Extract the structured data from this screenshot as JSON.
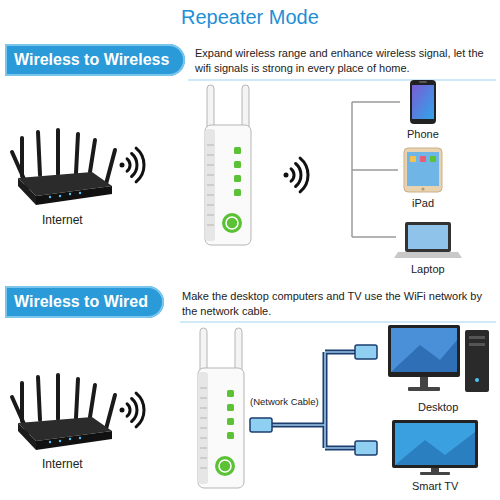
{
  "diagram": {
    "title": "Repeater Mode",
    "nodes": [
      {
        "text": [
          "Wireless to Wireless"
        ]
      },
      {
        "text": [
          "Wireless to Wired"
        ]
      }
    ],
    "labels": [
      "Expand wireless range and enhance wireless signal, let the wifi signals is strong in every place of home.",
      "Internet",
      "Phone",
      "iPad",
      "Laptop",
      "Make the desktop computers and TV use the WiFi network by the network cable.",
      "Internet",
      "(Network Cable)",
      "Desktop",
      "Smart TV"
    ]
  }
}
